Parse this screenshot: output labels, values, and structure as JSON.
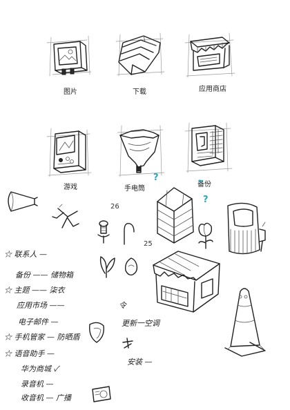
{
  "icons": {
    "picture": {
      "label": "图片",
      "icon": "picture-frame-icon"
    },
    "download": {
      "label": "下载",
      "icon": "download-tray-icon"
    },
    "app_store": {
      "label": "应用商店",
      "icon": "store-awning-icon"
    },
    "game": {
      "label": "游戏",
      "icon": "arcade-machine-icon"
    },
    "flashlight": {
      "label": "手电筒",
      "icon": "flashlight-icon"
    },
    "backup": {
      "label": "备份",
      "icon": "safe-box-icon"
    }
  },
  "annotations": {
    "question_mark": "?",
    "wave_mark": "≈",
    "dimension_a": "26",
    "dimension_b": "25"
  },
  "todo_list": [
    {
      "mark": "☆",
      "text": "联系人 —"
    },
    {
      "mark": "",
      "text": "备份 —— 储物箱"
    },
    {
      "mark": "☆",
      "text": "主题 —— 柒衣"
    },
    {
      "mark": "",
      "text": "应用市场 ——"
    },
    {
      "mark": "",
      "text": "电子邮件 —"
    },
    {
      "mark": "☆",
      "text": "手机管家 — 防晒盾"
    },
    {
      "mark": "☆",
      "text": "语音助手 —"
    },
    {
      "mark": "",
      "text": "华为商城 ✓"
    },
    {
      "mark": "",
      "text": "录音机 —"
    },
    {
      "mark": "",
      "text": "收音机 — 广播"
    }
  ],
  "side_notes": {
    "note1": "令",
    "note2": "更新一空调",
    "note3": "安装 —"
  },
  "colors": {
    "ink": "#1f1f1f",
    "accent": "#2aa7b8",
    "paper": "#ffffff"
  }
}
